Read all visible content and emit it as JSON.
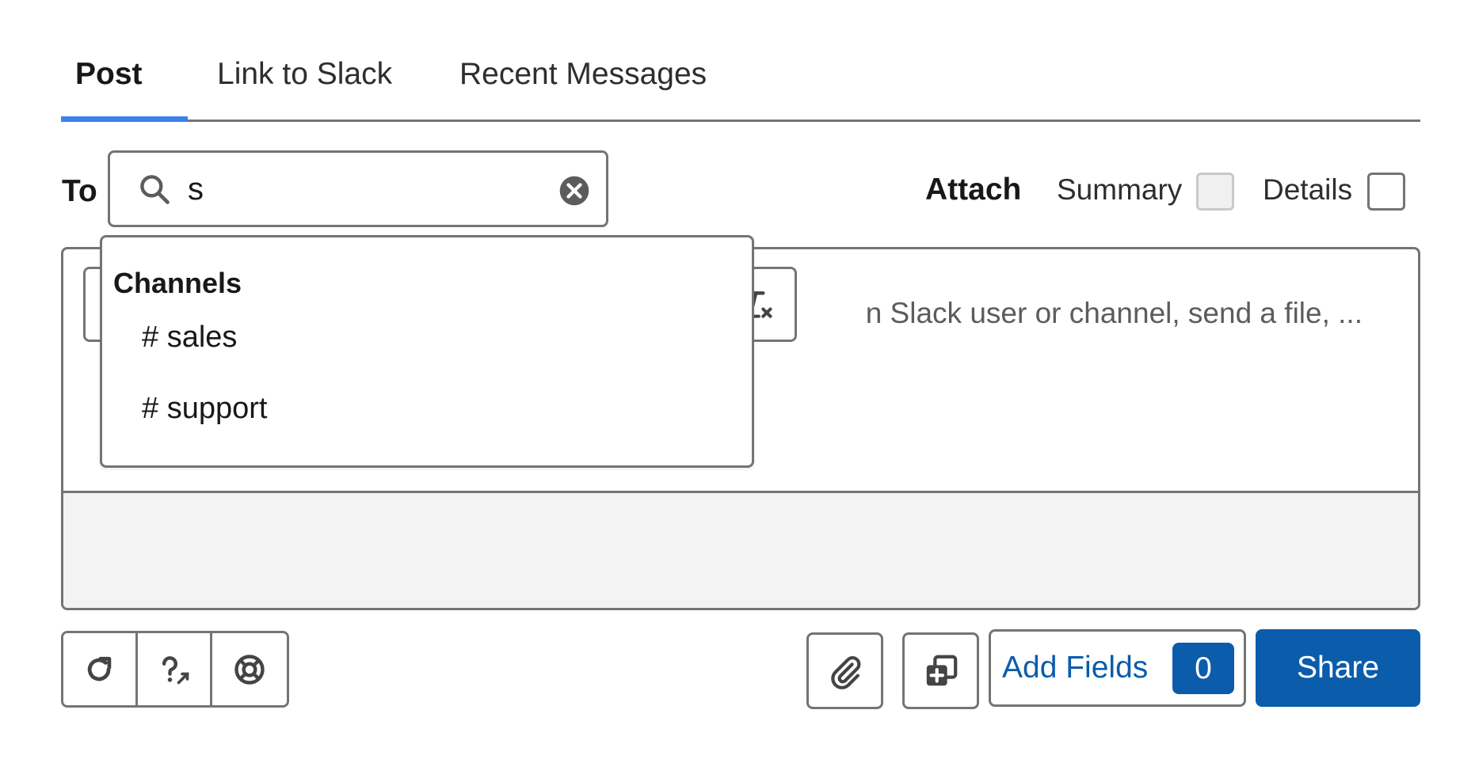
{
  "tabs": [
    {
      "label": "Post",
      "active": true
    },
    {
      "label": "Link to Slack",
      "active": false
    },
    {
      "label": "Recent Messages",
      "active": false
    }
  ],
  "to": {
    "label": "To",
    "search_value": "s",
    "search_icon": "search-icon",
    "clear_icon": "clear-icon"
  },
  "attach": {
    "label": "Attach",
    "summary_label": "Summary",
    "summary_checked": false,
    "summary_disabled": true,
    "details_label": "Details",
    "details_checked": false
  },
  "editor": {
    "placeholder_visible": "n Slack user or channel, send a file, ..."
  },
  "dropdown": {
    "heading": "Channels",
    "items": [
      "# sales",
      "# support"
    ]
  },
  "toolbar": {
    "format_group": [
      "bold-icon",
      "italic-icon",
      "underline-icon",
      "strikethrough-icon"
    ],
    "list_group": [
      "bulleted-list-icon",
      "numbered-list-icon",
      "indent-icon",
      "outdent-icon"
    ],
    "clear_group": [
      "clear-formatting-icon"
    ]
  },
  "bottom": {
    "util_icons": [
      "refresh-icon",
      "help-icon",
      "support-icon"
    ],
    "attach_icon": "paperclip-icon",
    "new_icon": "add-copy-icon",
    "add_fields_label": "Add Fields",
    "add_fields_count": "0",
    "share_label": "Share"
  },
  "colors": {
    "accent": "#3b82e8",
    "brand_button": "#0b5cab",
    "border": "#747474",
    "toolbar_bg": "#f3f3f3"
  }
}
